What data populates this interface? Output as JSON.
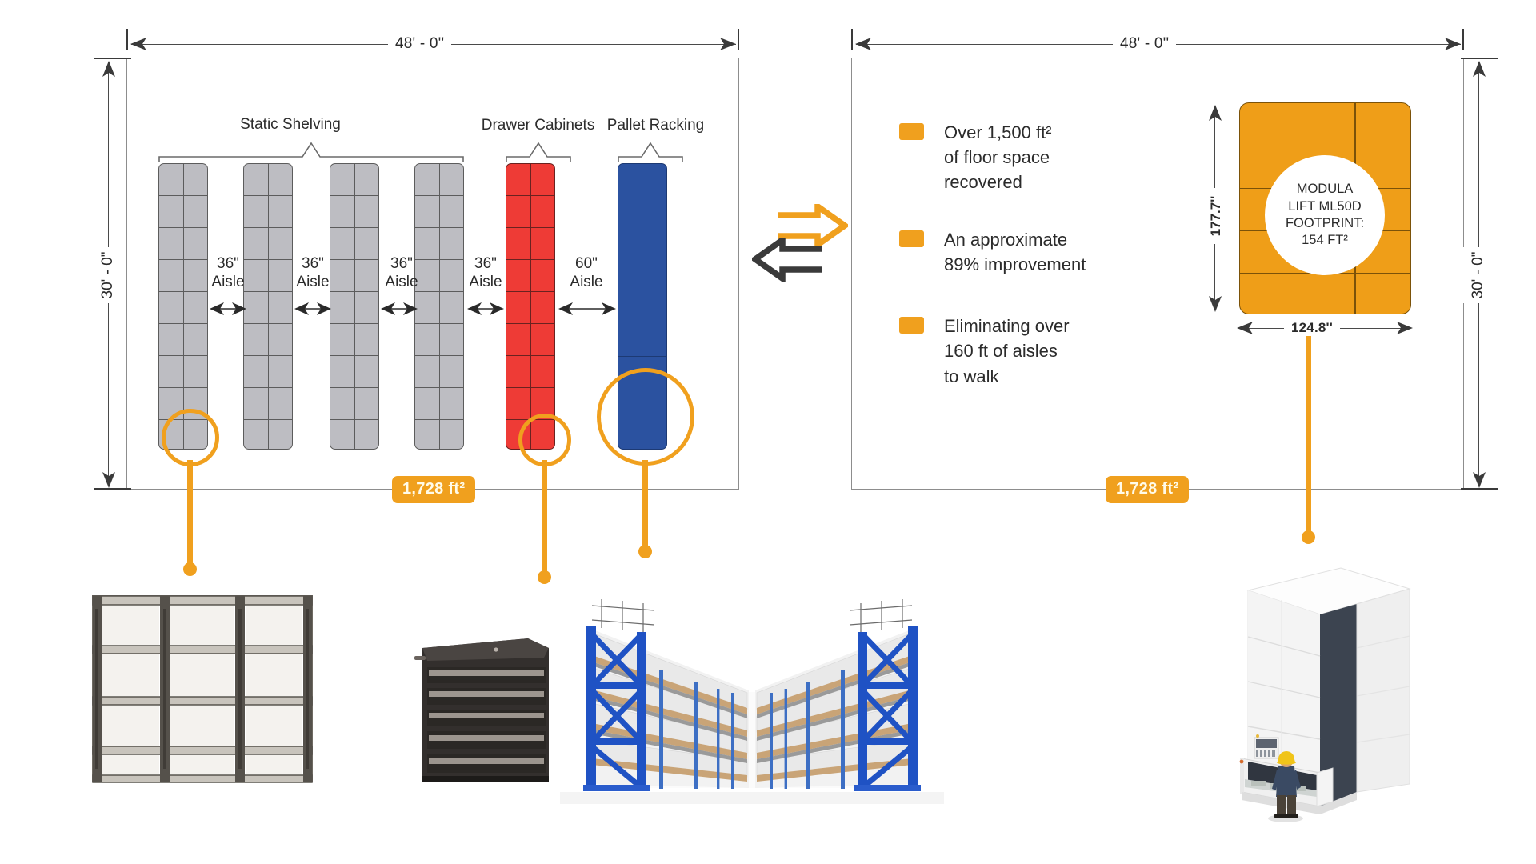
{
  "left_panel": {
    "width_dim": "48' - 0''",
    "height_dim": "30' - 0\"",
    "area_badge": "1,728 ft²",
    "groups": [
      {
        "label": "Static Shelving"
      },
      {
        "label": "Drawer Cabinets"
      },
      {
        "label": "Pallet Racking"
      }
    ],
    "aisles": [
      {
        "size": "36\"",
        "word": "Aisle"
      },
      {
        "size": "36\"",
        "word": "Aisle"
      },
      {
        "size": "36\"",
        "word": "Aisle"
      },
      {
        "size": "36\"",
        "word": "Aisle"
      },
      {
        "size": "60\"",
        "word": "Aisle"
      }
    ]
  },
  "right_panel": {
    "width_dim": "48' - 0''",
    "height_dim": "30' - 0\"",
    "area_badge": "1,728 ft²",
    "modula": {
      "height_dim": "177.7''",
      "width_dim": "124.8''",
      "caption_line1": "MODULA",
      "caption_line2": "LIFT ML50D",
      "caption_line3": "FOOTPRINT:",
      "caption_line4": "154 FT²"
    },
    "bullets": [
      {
        "line1": "Over 1,500 ft²",
        "line2": "of floor space",
        "line3": "recovered"
      },
      {
        "line1": "An approximate",
        "line2": "89% improvement",
        "line3": ""
      },
      {
        "line1": "Eliminating over",
        "line2": "160 ft of aisles",
        "line3": "to walk"
      }
    ]
  },
  "icons": {
    "arrow_right": "right-arrow-outline",
    "arrow_left": "left-arrow-outline"
  },
  "photos": [
    {
      "name": "static-shelving-photo"
    },
    {
      "name": "drawer-cabinet-photo"
    },
    {
      "name": "pallet-racking-aisle-photo"
    },
    {
      "name": "modula-lift-machine-photo"
    }
  ],
  "colors": {
    "accent_orange": "#f0a01e",
    "modula_orange": "#ef9e18",
    "shelf_gray": "#bdbdc2",
    "drawer_red": "#ee3b36",
    "pallet_blue": "#2b52a0",
    "line_gray": "#8d8d8d"
  }
}
